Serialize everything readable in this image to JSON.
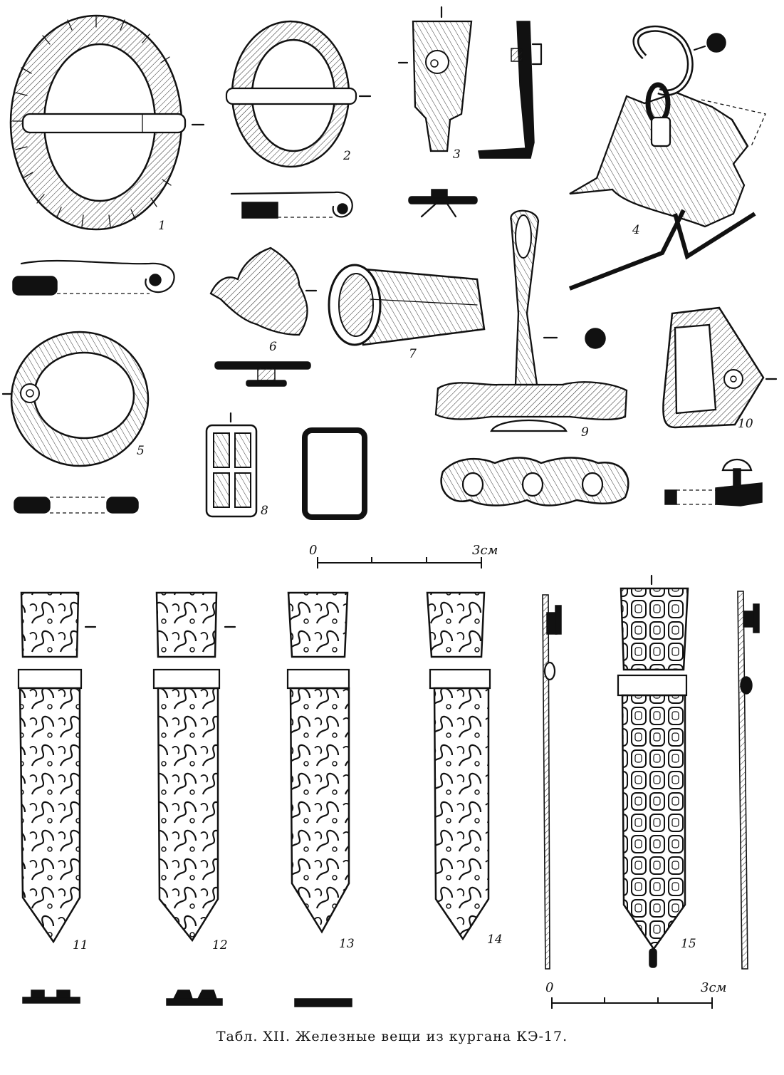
{
  "plate": {
    "caption": "Табл. XII. Железные вещи из кургана КЭ-17.",
    "scale_top": {
      "start": "0",
      "end": "3см"
    },
    "scale_bottom": {
      "start": "0",
      "end": "3см"
    },
    "labels": [
      "1",
      "2",
      "3",
      "4",
      "5",
      "6",
      "7",
      "8",
      "9",
      "10",
      "11",
      "12",
      "13",
      "14",
      "15"
    ]
  }
}
